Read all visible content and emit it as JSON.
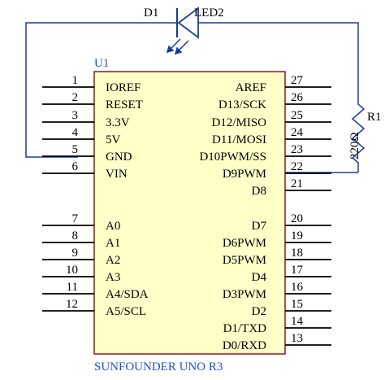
{
  "components": {
    "u1": {
      "designator": "U1",
      "footer": "SUNFOUNDER UNO R3"
    },
    "d1": {
      "designator": "D1",
      "value": "LED2"
    },
    "r1": {
      "designator": "R1",
      "value": "220Ω"
    }
  },
  "left_pins": [
    {
      "num": "1",
      "name": "IOREF"
    },
    {
      "num": "2",
      "name": "RESET"
    },
    {
      "num": "3",
      "name": "3.3V"
    },
    {
      "num": "4",
      "name": "5V"
    },
    {
      "num": "5",
      "name": "GND"
    },
    {
      "num": "6",
      "name": "VIN"
    },
    {
      "num": "7",
      "name": "A0"
    },
    {
      "num": "8",
      "name": "A1"
    },
    {
      "num": "9",
      "name": "A2"
    },
    {
      "num": "10",
      "name": "A3"
    },
    {
      "num": "11",
      "name": "A4/SDA"
    },
    {
      "num": "12",
      "name": "A5/SCL"
    }
  ],
  "right_pins": [
    {
      "num": "27",
      "name": "AREF"
    },
    {
      "num": "26",
      "name": "D13/SCK"
    },
    {
      "num": "25",
      "name": "D12/MISO"
    },
    {
      "num": "24",
      "name": "D11/MOSI"
    },
    {
      "num": "23",
      "name": "D10PWM/SS"
    },
    {
      "num": "22",
      "name": "D9PWM"
    },
    {
      "num": "21",
      "name": "D8"
    },
    {
      "num": "20",
      "name": "D7"
    },
    {
      "num": "19",
      "name": "D6PWM"
    },
    {
      "num": "18",
      "name": "D5PWM"
    },
    {
      "num": "17",
      "name": "D4"
    },
    {
      "num": "16",
      "name": "D3PWM"
    },
    {
      "num": "15",
      "name": "D2"
    },
    {
      "num": "14",
      "name": "D1/TXD"
    },
    {
      "num": "13",
      "name": "D0/RXD"
    }
  ],
  "colors": {
    "chip_fill": "#ffffc8",
    "chip_stroke": "#8b1a1a",
    "wire": "#1a3c9c",
    "label_blue": "#1f4fd8",
    "pin": "#000000"
  }
}
